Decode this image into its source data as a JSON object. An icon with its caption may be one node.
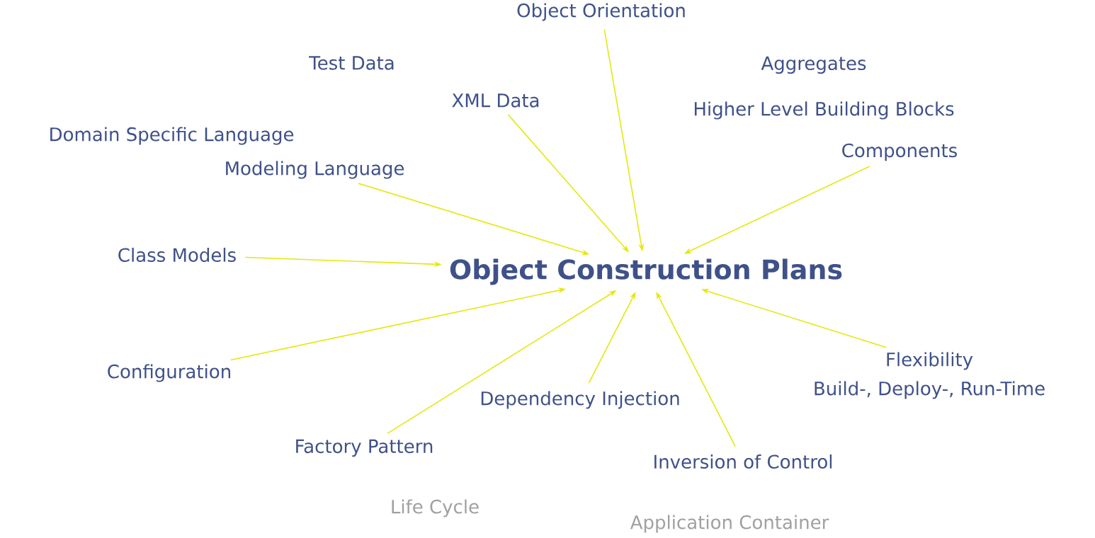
{
  "diagram": {
    "nodes": [
      {
        "text": [
          "Object Orientation"
        ]
      },
      {
        "text": [
          "XML Data"
        ]
      },
      {
        "text": [
          "Components"
        ]
      },
      {
        "text": [
          "Modeling Language"
        ]
      },
      {
        "text": [
          "Class Models"
        ]
      },
      {
        "text": [
          "Object Construction Plans"
        ]
      },
      {
        "text": [
          "Flexibility"
        ]
      },
      {
        "text": [
          "Configuration"
        ]
      },
      {
        "text": [
          "Dependency Injection"
        ]
      },
      {
        "text": [
          "Factory Pattern"
        ]
      },
      {
        "text": [
          "Inversion of Control"
        ]
      }
    ],
    "edges": [
      {
        "from": 0,
        "to": 5,
        "arrow": "to"
      },
      {
        "from": 1,
        "to": 5,
        "arrow": "to"
      },
      {
        "from": 2,
        "to": 5,
        "arrow": "to"
      },
      {
        "from": 3,
        "to": 5,
        "arrow": "to"
      },
      {
        "from": 4,
        "to": 5,
        "arrow": "to"
      },
      {
        "from": 6,
        "to": 5,
        "arrow": "to"
      },
      {
        "from": 7,
        "to": 5,
        "arrow": "to"
      },
      {
        "from": 8,
        "to": 5,
        "arrow": "to"
      },
      {
        "from": 9,
        "to": 5,
        "arrow": "to"
      },
      {
        "from": 10,
        "to": 5,
        "arrow": "to"
      }
    ],
    "labels": [
      "Test Data",
      "Aggregates",
      "Higher Level Building Blocks",
      "Domain Specific Language",
      "Build-, Deploy-, Run-Time",
      "Life Cycle",
      "Application Container"
    ]
  }
}
